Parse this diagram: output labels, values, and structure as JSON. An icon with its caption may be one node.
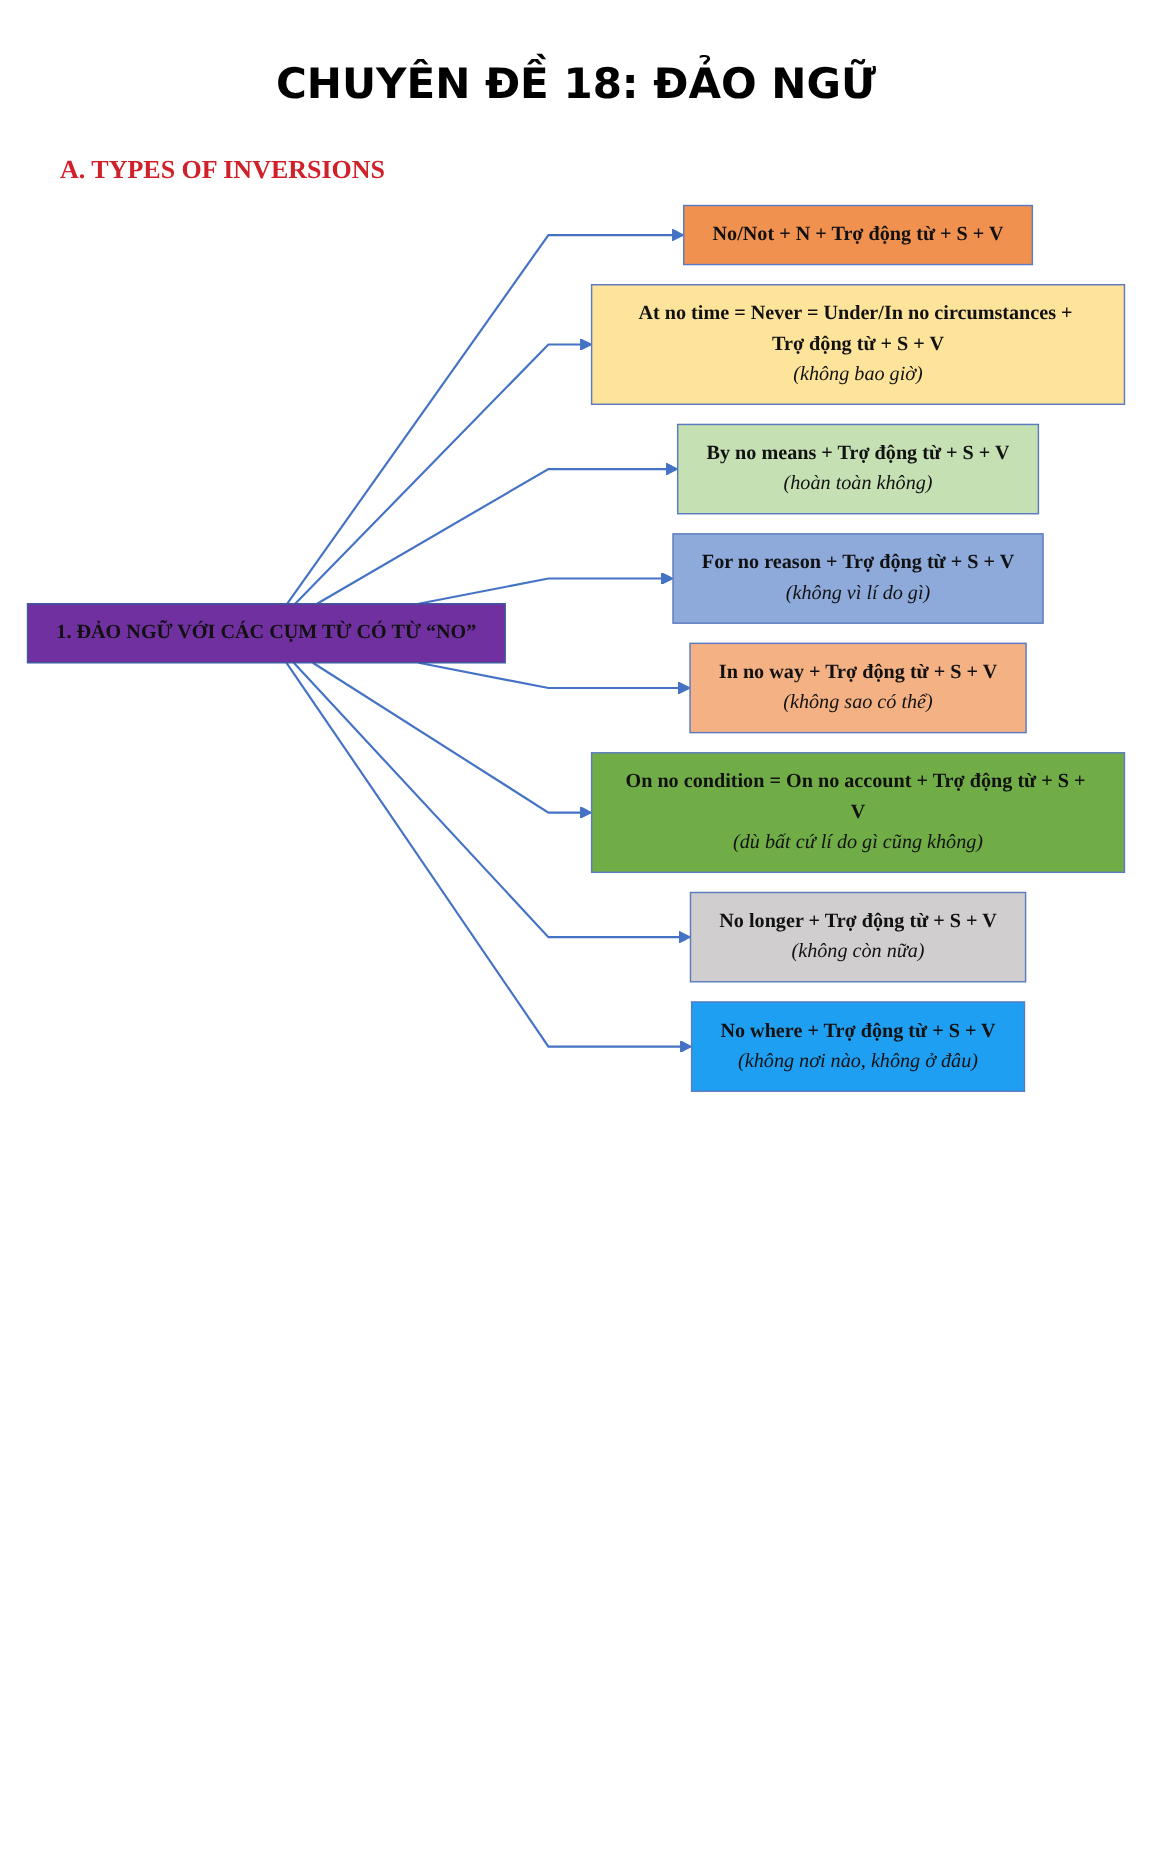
{
  "diagram": {
    "title": "CHUYÊN ĐỀ 18: ĐẢO NGỮ",
    "nodes": [
      {
        "text": [
          "1. ĐẢO NGỮ VỚI CÁC CỤM TỪ CÓ TỪ “NO”"
        ]
      },
      {
        "text": [
          "No/Not + N + Trợ động từ + S + V"
        ]
      },
      {
        "text": [
          "At no time = Never = Under/In no circumstances + Trợ động từ + S + V",
          "(không bao giờ)"
        ]
      },
      {
        "text": [
          "By no means + Trợ động từ + S + V",
          "(hoàn toàn không)"
        ]
      },
      {
        "text": [
          "For no reason + Trợ động từ + S + V",
          "(không vì lí do gì)"
        ]
      },
      {
        "text": [
          "In no way + Trợ động từ + S + V",
          "(không sao có thể)"
        ]
      },
      {
        "text": [
          "On no condition = On no account + Trợ động từ + S + V",
          "(dù bất cứ lí do gì cũng không)"
        ]
      },
      {
        "text": [
          "No longer + Trợ động từ + S + V",
          "(không còn nữa)"
        ]
      },
      {
        "text": [
          "No where + Trợ động từ + S + V",
          "(không nơi nào, không ở đâu)"
        ]
      }
    ],
    "edges": [
      {
        "from": 0,
        "to": 1,
        "arrow": "to"
      },
      {
        "from": 0,
        "to": 2,
        "arrow": "to"
      },
      {
        "from": 0,
        "to": 3,
        "arrow": "to"
      },
      {
        "from": 0,
        "to": 4,
        "arrow": "to"
      },
      {
        "from": 0,
        "to": 5,
        "arrow": "to"
      },
      {
        "from": 0,
        "to": 6,
        "arrow": "to"
      },
      {
        "from": 0,
        "to": 7,
        "arrow": "to"
      },
      {
        "from": 0,
        "to": 8,
        "arrow": "to"
      }
    ],
    "labels": [
      "A. TYPES OF INVERSIONS"
    ]
  }
}
